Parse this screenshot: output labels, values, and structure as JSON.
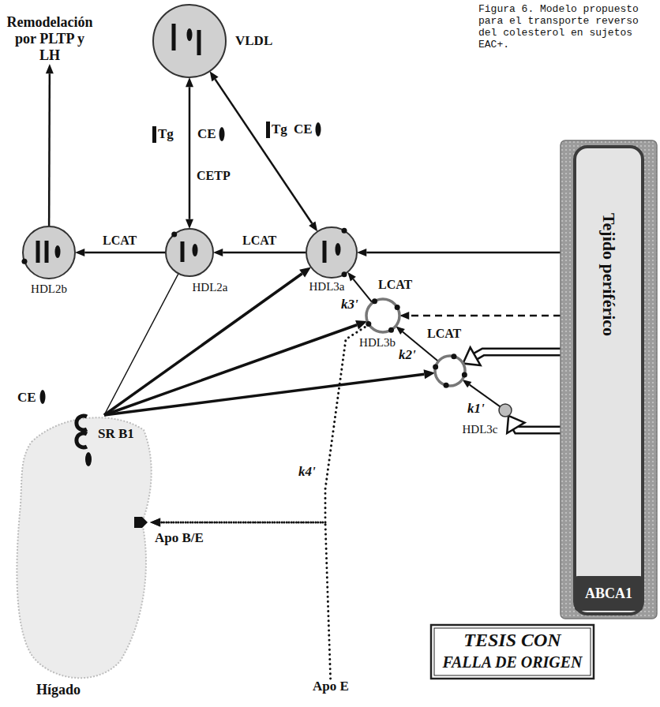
{
  "diagram": {
    "caption": "Figura 6. Modelo propuesto para el transporte reverso del colesterol en sujetos EAC+.",
    "nodes": [
      {
        "text": [
          "Remodelación por PLTP y LH"
        ]
      },
      {
        "text": [
          "VLDL"
        ]
      },
      {
        "text": [
          "Tejido periférico"
        ]
      },
      {
        "text": [
          "HDL2b"
        ]
      },
      {
        "text": [
          "HDL2a"
        ]
      },
      {
        "text": [
          "HDL3a"
        ]
      },
      {
        "text": [
          "HDL3b"
        ]
      },
      {
        "text": []
      },
      {
        "text": [
          "HDL3c"
        ]
      },
      {
        "text": [
          "ABCA1"
        ],
        "in": 2
      },
      {
        "text": [
          "Hígado"
        ]
      },
      {
        "text": [
          "Apo E"
        ]
      }
    ],
    "edges": [
      {
        "from": 3,
        "to": 0,
        "arrow": "to"
      },
      {
        "from": 4,
        "to": 3,
        "label": "LCAT",
        "arrow": "to"
      },
      {
        "from": 5,
        "to": 4,
        "label": "LCAT",
        "arrow": "to"
      },
      {
        "from": 1,
        "to": 4,
        "label": "CETP",
        "arrow": "both"
      },
      {
        "from": 1,
        "to": 5,
        "arrow": "both"
      },
      {
        "from": 2,
        "to": 5,
        "arrow": "to"
      },
      {
        "from": 2,
        "to": 6,
        "arrow": "to"
      },
      {
        "from": 6,
        "to": 5,
        "label": "LCAT",
        "arrow": "to"
      },
      {
        "from": 7,
        "to": 6,
        "label": "LCAT",
        "arrow": "to"
      },
      {
        "from": 8,
        "to": 7,
        "arrow": "to"
      },
      {
        "from": 2,
        "to": 7,
        "arrow": "to"
      },
      {
        "from": 2,
        "to": 8,
        "arrow": "to"
      },
      {
        "from": 10,
        "to": 5,
        "arrow": "to"
      },
      {
        "from": 10,
        "to": 6,
        "arrow": "to"
      },
      {
        "from": 10,
        "to": 7,
        "arrow": "to"
      },
      {
        "from": 4,
        "to": 10,
        "arrow": "none"
      },
      {
        "from": 6,
        "to": 10,
        "arrow": "to"
      },
      {
        "from": 11,
        "to": 10,
        "arrow": "to"
      }
    ],
    "labels": [
      "Tg",
      "CE",
      "Tg",
      "CE",
      "k3'",
      "k2'",
      "CE",
      "k1'",
      "SR B1",
      "k4'",
      "Apo B/E",
      "TESIS CON",
      "FALLA DE ORIGEN"
    ]
  }
}
